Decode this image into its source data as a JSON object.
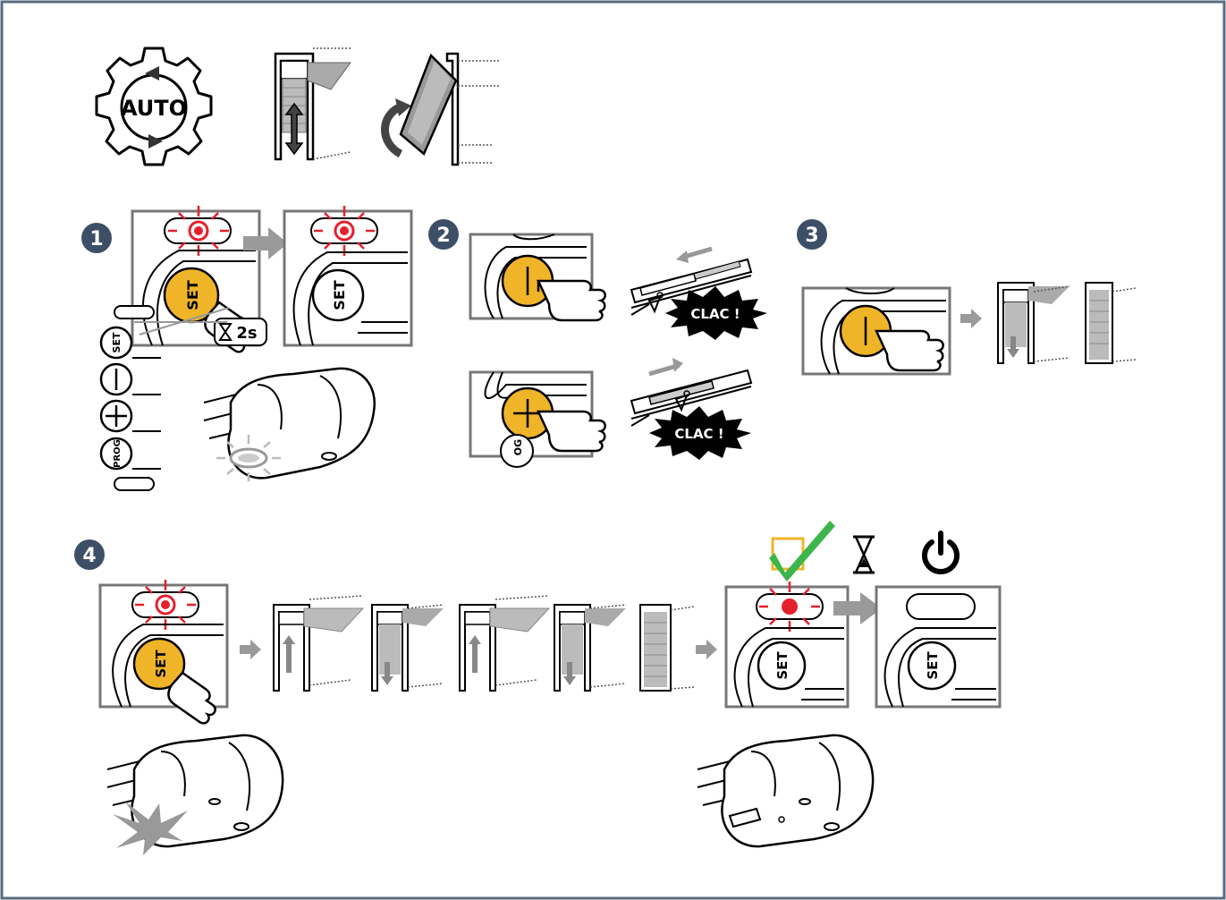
{
  "header": {
    "auto_label": "AUTO"
  },
  "steps": {
    "step1": {
      "number": "1",
      "set_label": "SET",
      "timer_label": "2s"
    },
    "step2": {
      "number": "2",
      "clac_label": "CLAC !"
    },
    "step3": {
      "number": "3"
    },
    "step4": {
      "number": "4",
      "set_label": "SET"
    }
  },
  "keypad": {
    "set_label": "SET",
    "prog_label": "PROG",
    "partial_prog_label": "OG"
  },
  "icons": [
    "auto-gear-icon",
    "door-up-down-icon",
    "door-tilt-icon",
    "check-icon",
    "hourglass-icon",
    "power-icon",
    "hand-icon",
    "blinking-led-icon",
    "arrow-right-icon",
    "motor-unit-icon",
    "rail-icon"
  ],
  "colors": {
    "frame": "#5a6b80",
    "badge": "#3d4f66",
    "button_yellow": "#f0b429",
    "led_red": "#e4202c",
    "arrow_gray": "#9a9a9a",
    "check_green": "#3db54a",
    "check_box": "#f0b429"
  }
}
